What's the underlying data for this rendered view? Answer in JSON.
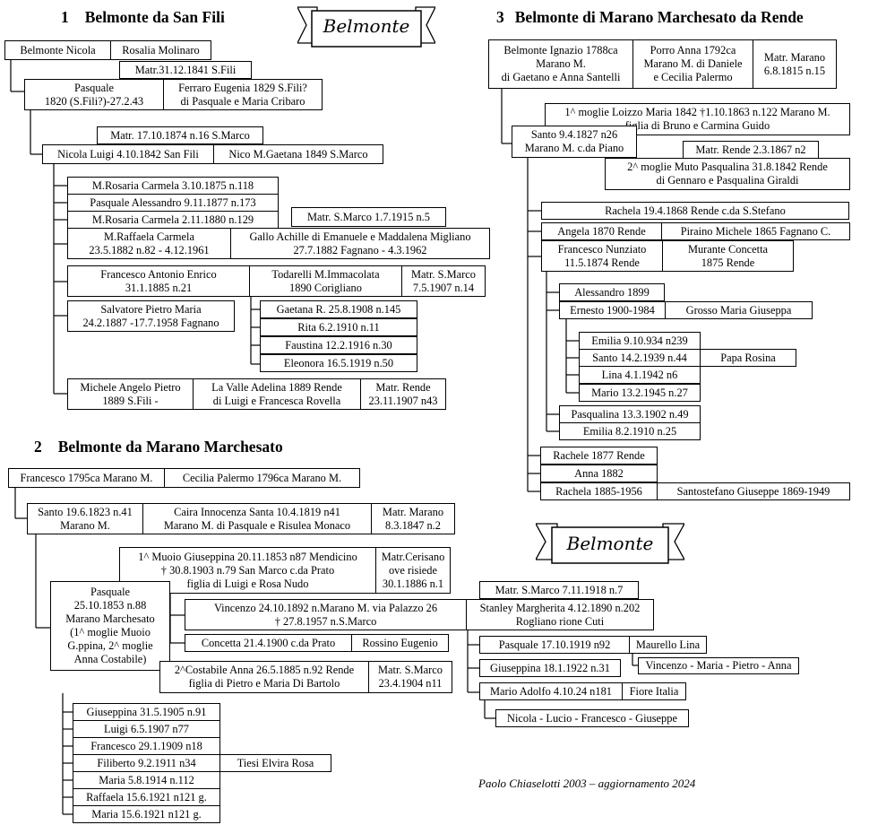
{
  "banner_top": "Belmonte",
  "banner_bottom": "Belmonte",
  "credit": "Paolo Chiaselotti 2003 – aggiornamento 2024",
  "sections": [
    {
      "number": "1",
      "title": "Belmonte da San Fili"
    },
    {
      "number": "2",
      "title": "Belmonte da Marano Marchesato"
    },
    {
      "number": "3",
      "title": "Belmonte di Marano Marchesato da Rende"
    }
  ],
  "tree1": {
    "b01": "Belmonte Nicola",
    "b02": "Rosalia Molinaro",
    "b03": "Matr.31.12.1841 S.Fili",
    "b04": "Pasquale\n1820 (S.Fili?)-27.2.43",
    "b05": "Ferraro Eugenia 1829 S.Fili?\ndi Pasquale e Maria Cribaro",
    "b06": "Matr. 17.10.1874 n.16 S.Marco",
    "b07": "Nicola Luigi  4.10.1842  San Fili",
    "b08": "Nico M.Gaetana 1849 S.Marco",
    "b09": "M.Rosaria Carmela  3.10.1875 n.118",
    "b10": "Pasquale Alessandro  9.11.1877 n.173",
    "b11": "M.Rosaria Carmela  2.11.1880 n.129",
    "b12": "Matr. S.Marco  1.7.1915 n.5",
    "b13": "M.Raffaela Carmela\n23.5.1882 n.82  -  4.12.1961",
    "b14": "Gallo Achille di Emanuele e Maddalena Migliano\n27.7.1882 Fagnano - 4.3.1962",
    "b15": "Francesco Antonio Enrico\n31.1.1885 n.21",
    "b16": "Todarelli M.Immacolata\n1890 Corigliano",
    "b17": "Matr. S.Marco\n7.5.1907 n.14",
    "b18": "Salvatore Pietro Maria\n24.2.1887 -17.7.1958 Fagnano",
    "b19": "Gaetana R. 25.8.1908 n.145",
    "b20": "Rita 6.2.1910 n.11",
    "b21": "Faustina 12.2.1916 n.30",
    "b22": "Eleonora 16.5.1919 n.50",
    "b23": "Michele Angelo Pietro\n1889 S.Fili -",
    "b24": "La Valle Adelina 1889 Rende\ndi Luigi e Francesca Rovella",
    "b25": "Matr. Rende\n23.11.1907 n43"
  },
  "tree2": {
    "c01": "Francesco 1795ca Marano M.",
    "c02": "Cecilia Palermo 1796ca Marano M.",
    "c03": "Santo 19.6.1823 n.41\nMarano M.",
    "c04": "Caira Innocenza Santa 10.4.1819 n41\nMarano M. di Pasquale e Risulea Monaco",
    "c05": "Matr. Marano\n8.3.1847 n.2",
    "c06": "1^ Muoio Giuseppina 20.11.1853 n87 Mendicino\n† 30.8.1903 n.79 San Marco c.da Prato\nfiglia di Luigi e Rosa Nudo",
    "c07": "Matr.Cerisano\nove risiede\n30.1.1886 n.1",
    "c08": "Pasquale\n25.10.1853 n.88\nMarano Marchesato\n(1^ moglie Muoio\nG.ppina, 2^ moglie\nAnna Costabile)",
    "c09": "Matr. S.Marco 7.11.1918 n.7",
    "c10": "Vincenzo 24.10.1892 n.Marano M. via Palazzo 26\n† 27.8.1957 n.S.Marco",
    "c11": "Stanley Margherita 4.12.1890 n.202\nRogliano rione Cuti",
    "c12": "Concetta 21.4.1900 c.da Prato",
    "c13": "Rossino Eugenio",
    "c14": "Pasquale 17.10.1919 n92",
    "c15": "Maurello Lina",
    "c16": "Vincenzo - Maria - Pietro - Anna",
    "c17": "2^Costabile Anna 26.5.1885 n.92 Rende\nfiglia di Pietro e Maria Di Bartolo",
    "c18": "Matr. S.Marco\n23.4.1904 n11",
    "c19": "Giuseppina 18.1.1922 n.31",
    "c20": "Mario Adolfo 4.10.24 n181",
    "c21": "Fiore Italia",
    "c22": "Nicola - Lucio - Francesco - Giuseppe",
    "c23": "Giuseppina 31.5.1905 n.91",
    "c24": "Luigi 6.5.1907 n77",
    "c25": "Francesco 29.1.1909 n18",
    "c26": "Filiberto 9.2.1911 n34",
    "c27": "Tiesi Elvira Rosa",
    "c28": "Maria 5.8.1914 n.112",
    "c29": "Raffaela 15.6.1921 n121 g.",
    "c30": "Maria 15.6.1921 n121 g."
  },
  "tree3": {
    "d01": "Belmonte Ignazio 1788ca\nMarano M.\ndi Gaetano e Anna Santelli",
    "d02": "Porro Anna 1792ca\nMarano M. di Daniele\ne  Cecilia Palermo",
    "d03": "Matr. Marano\n6.8.1815 n.15",
    "d04": "1^ moglie Loizzo Maria 1842 †1.10.1863 n.122 Marano M.\nfiglia di Bruno e Carmina Guido",
    "d05": "Santo 9.4.1827 n26\nMarano M. c.da Piano",
    "d06": "Matr. Rende 2.3.1867 n2",
    "d07": "2^ moglie Muto Pasqualina 31.8.1842 Rende\ndi Gennaro e Pasqualina Giraldi",
    "d08": "Rachela 19.4.1868 Rende c.da S.Stefano",
    "d09": "Angela 1870 Rende",
    "d10": "Piraino Michele 1865 Fagnano C.",
    "d11": "Francesco Nunziato\n11.5.1874 Rende",
    "d12": "Murante Concetta\n1875 Rende",
    "d13": "Alessandro 1899",
    "d14": "Ernesto 1900-1984",
    "d15": "Grosso Maria Giuseppa",
    "d16": "Emilia 9.10.934 n239",
    "d17": "Santo 14.2.1939 n.44",
    "d18": "Papa Rosina",
    "d19": "Lina 4.1.1942 n6",
    "d20": "Mario 13.2.1945 n.27",
    "d21": "Pasqualina 13.3.1902 n.49",
    "d22": "Emilia 8.2.1910 n.25",
    "d23": "Rachele 1877 Rende",
    "d24": "Anna 1882",
    "d25": "Rachela 1885-1956",
    "d26": "Santostefano Giuseppe 1869-1949"
  }
}
